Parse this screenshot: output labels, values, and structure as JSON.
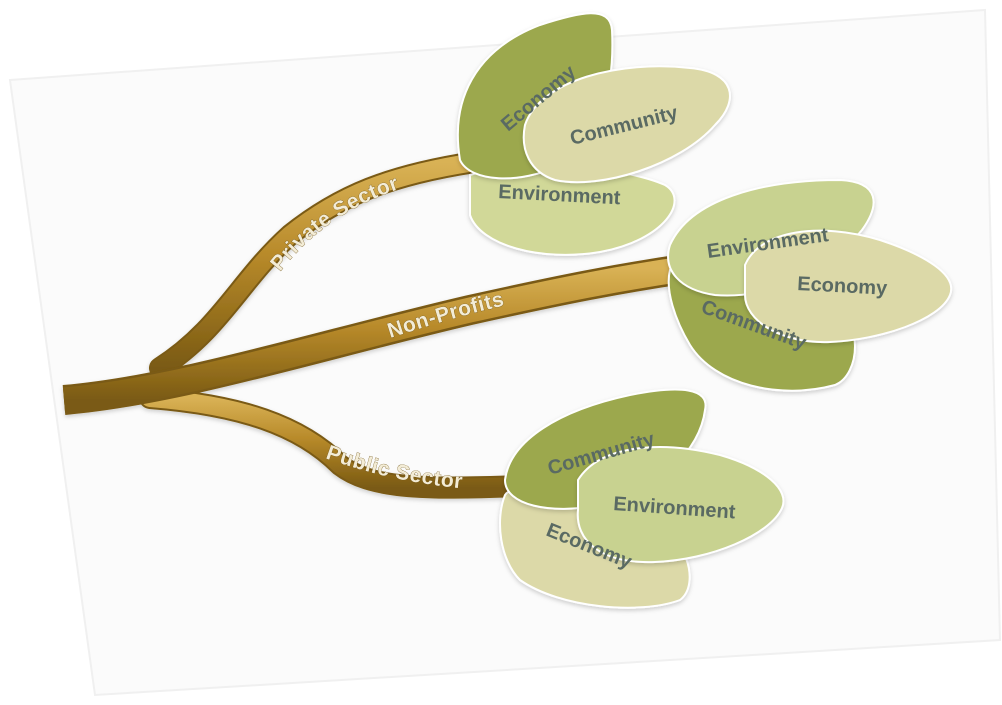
{
  "branches": [
    {
      "label": "Private Sector",
      "leaves": [
        "Economy",
        "Community",
        "Environment"
      ]
    },
    {
      "label": "Non-Profits",
      "leaves": [
        "Environment",
        "Economy",
        "Community"
      ]
    },
    {
      "label": "Public Sector",
      "leaves": [
        "Community",
        "Environment",
        "Economy"
      ]
    }
  ],
  "colors": {
    "stem_dark": "#7a5a12",
    "stem_mid": "#b88a2a",
    "stem_light": "#d6ad4c",
    "leaf_dark": "#9ca84e",
    "leaf_mid": "#c8d290",
    "leaf_light": "#dcd9a8",
    "leaf_text": "#5a6a63"
  }
}
